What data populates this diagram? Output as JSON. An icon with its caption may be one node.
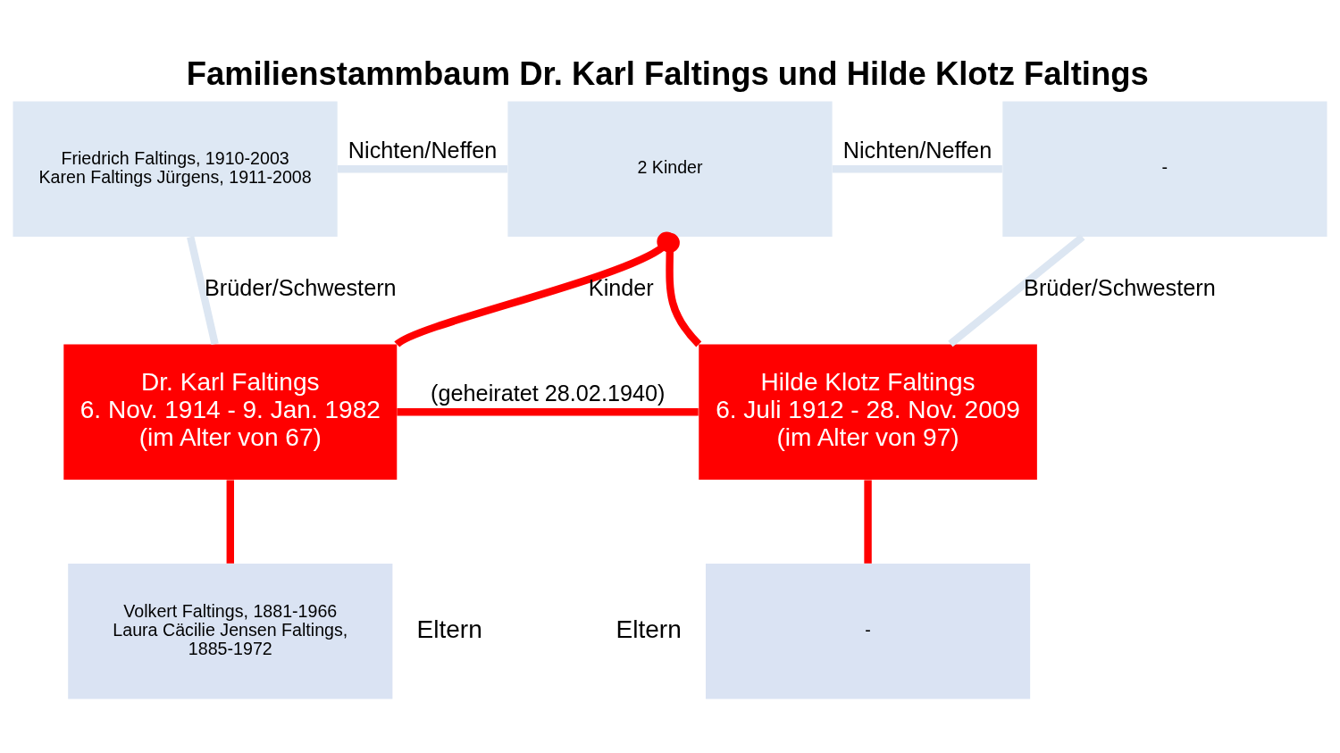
{
  "diagram": {
    "title": "Familienstammbaum Dr. Karl Faltings und Hilde Klotz Faltings",
    "nodes": [
      {
        "text": [
          "Friedrich Faltings, 1910-2003",
          "Karen Faltings Jürgens, 1911-2008"
        ]
      },
      {
        "text": [
          "2 Kinder"
        ]
      },
      {
        "text": [
          "-"
        ]
      },
      {
        "text": [
          "Dr. Karl Faltings",
          "6. Nov. 1914 - 9. Jan. 1982",
          "(im Alter von 67)"
        ]
      },
      {
        "text": [
          "Hilde Klotz Faltings",
          "6. Juli 1912 - 28. Nov. 2009",
          "(im Alter von 97)"
        ]
      },
      {
        "text": [
          "Volkert Faltings, 1881-1966",
          "Laura Cäcilie Jensen Faltings, 1885-1972"
        ],
        "beside": [
          "Eltern"
        ]
      },
      {
        "text": [
          "-"
        ],
        "beside": [
          "Eltern"
        ]
      }
    ],
    "edges": [
      {
        "from": 0,
        "to": 1,
        "arrow": "none",
        "label": "Nichten/Neffen",
        "color": "#dce6f2"
      },
      {
        "from": 1,
        "to": 2,
        "arrow": "none",
        "label": "Nichten/Neffen",
        "color": "#dce6f2"
      },
      {
        "from": 0,
        "to": 3,
        "arrow": "none",
        "label": "Brüder/Schwestern",
        "color": "#dce6f2"
      },
      {
        "from": 2,
        "to": 4,
        "arrow": "none",
        "label": "Brüder/Schwestern",
        "color": "#dce6f2"
      },
      {
        "from": 3,
        "to": 4,
        "arrow": "none",
        "label": "(geheiratet 28.02.1940)"
      },
      {
        "from": 3,
        "to": 1,
        "arrow": "other",
        "label": "Kinder"
      },
      {
        "from": 4,
        "to": 1,
        "arrow": "other"
      },
      {
        "from": 3,
        "to": 5,
        "arrow": "none"
      },
      {
        "from": 4,
        "to": 6,
        "arrow": "none"
      }
    ]
  }
}
